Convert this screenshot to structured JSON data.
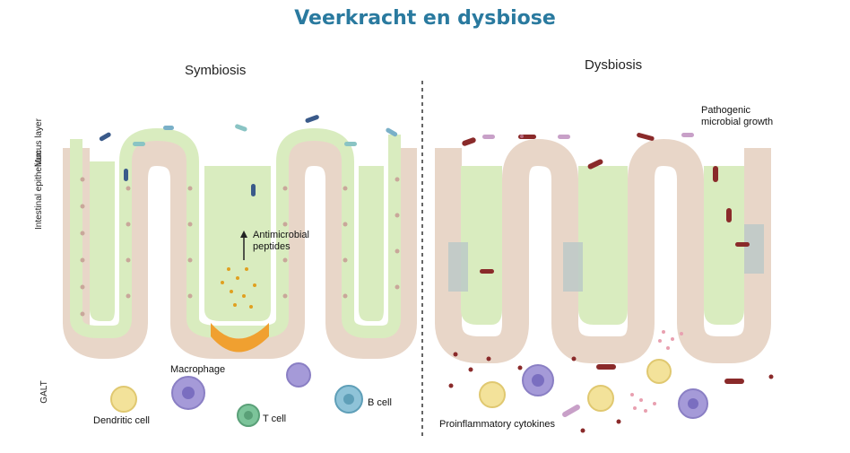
{
  "title": "Veerkracht en dysbiose",
  "panels": {
    "left": {
      "title": "Symbiosis"
    },
    "right": {
      "title": "Dysbiosis"
    }
  },
  "layer_labels": {
    "mucus": "Mucus layer",
    "epithelium": "Intestinal epithelium",
    "galt": "GALT"
  },
  "labels": {
    "antimicrobial": "Antimicrobial peptides",
    "macrophage": "Macrophage",
    "dendritic": "Dendritic cell",
    "tcell": "T cell",
    "bcell": "B cell",
    "pathogenic": "Pathogenic microbial growth",
    "cytokines": "Proinflammatory cytokines"
  },
  "colors": {
    "title": "#2a7a9f",
    "mucus": "#d9ecbf",
    "epithelium": "#e8d6c8",
    "nucleus": "#c9a79a",
    "macrophage": "#a59ad8",
    "tcell": "#7cc49a",
    "bcell": "#8fc3d8",
    "dendritic": "#f3e29a",
    "paneth": "#f0a030",
    "pathogen": "#8a2a2a",
    "cytokine": "#e8a0b0"
  }
}
